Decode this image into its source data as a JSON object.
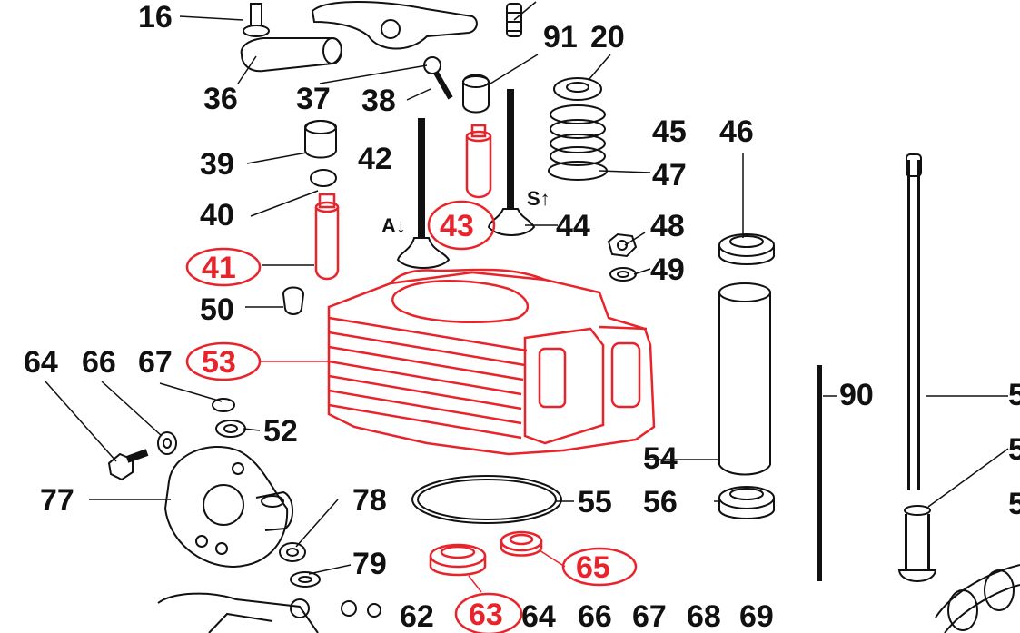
{
  "colors": {
    "ink": "#111111",
    "highlight": "#e8232a"
  },
  "labels": [
    {
      "id": "16",
      "text": "16",
      "highlighted": false
    },
    {
      "id": "91",
      "text": "91",
      "highlighted": false
    },
    {
      "id": "20",
      "text": "20",
      "highlighted": false
    },
    {
      "id": "36",
      "text": "36",
      "highlighted": false
    },
    {
      "id": "37",
      "text": "37",
      "highlighted": false
    },
    {
      "id": "38",
      "text": "38",
      "highlighted": false
    },
    {
      "id": "39",
      "text": "39",
      "highlighted": false
    },
    {
      "id": "42",
      "text": "42",
      "highlighted": false
    },
    {
      "id": "45",
      "text": "45",
      "highlighted": false
    },
    {
      "id": "46",
      "text": "46",
      "highlighted": false
    },
    {
      "id": "47",
      "text": "47",
      "highlighted": false
    },
    {
      "id": "40",
      "text": "40",
      "highlighted": false
    },
    {
      "id": "43",
      "text": "43",
      "highlighted": true
    },
    {
      "id": "44",
      "text": "44",
      "highlighted": false
    },
    {
      "id": "48",
      "text": "48",
      "highlighted": false
    },
    {
      "id": "41",
      "text": "41",
      "highlighted": true
    },
    {
      "id": "49",
      "text": "49",
      "highlighted": false
    },
    {
      "id": "50",
      "text": "50",
      "highlighted": false
    },
    {
      "id": "64",
      "text": "64",
      "highlighted": false
    },
    {
      "id": "66",
      "text": "66",
      "highlighted": false
    },
    {
      "id": "67",
      "text": "67",
      "highlighted": false
    },
    {
      "id": "53",
      "text": "53",
      "highlighted": true
    },
    {
      "id": "90",
      "text": "90",
      "highlighted": false
    },
    {
      "id": "52",
      "text": "52",
      "highlighted": false
    },
    {
      "id": "54",
      "text": "54",
      "highlighted": false
    },
    {
      "id": "77",
      "text": "77",
      "highlighted": false
    },
    {
      "id": "78",
      "text": "78",
      "highlighted": false
    },
    {
      "id": "55",
      "text": "55",
      "highlighted": false
    },
    {
      "id": "56",
      "text": "56",
      "highlighted": false
    },
    {
      "id": "79",
      "text": "79",
      "highlighted": false
    },
    {
      "id": "65",
      "text": "65",
      "highlighted": true
    },
    {
      "id": "62",
      "text": "62",
      "highlighted": false
    },
    {
      "id": "63",
      "text": "63",
      "highlighted": true
    },
    {
      "id": "64b",
      "text": "64",
      "highlighted": false
    },
    {
      "id": "66b",
      "text": "66",
      "highlighted": false
    },
    {
      "id": "67b",
      "text": "67",
      "highlighted": false
    },
    {
      "id": "68",
      "text": "68",
      "highlighted": false
    },
    {
      "id": "69",
      "text": "69",
      "highlighted": false
    },
    {
      "id": "5a",
      "text": "5",
      "highlighted": false
    },
    {
      "id": "5b",
      "text": "5",
      "highlighted": false
    },
    {
      "id": "5c",
      "text": "5",
      "highlighted": false
    }
  ],
  "flow_markers": {
    "intake": "A↓",
    "exhaust": "S↑"
  }
}
